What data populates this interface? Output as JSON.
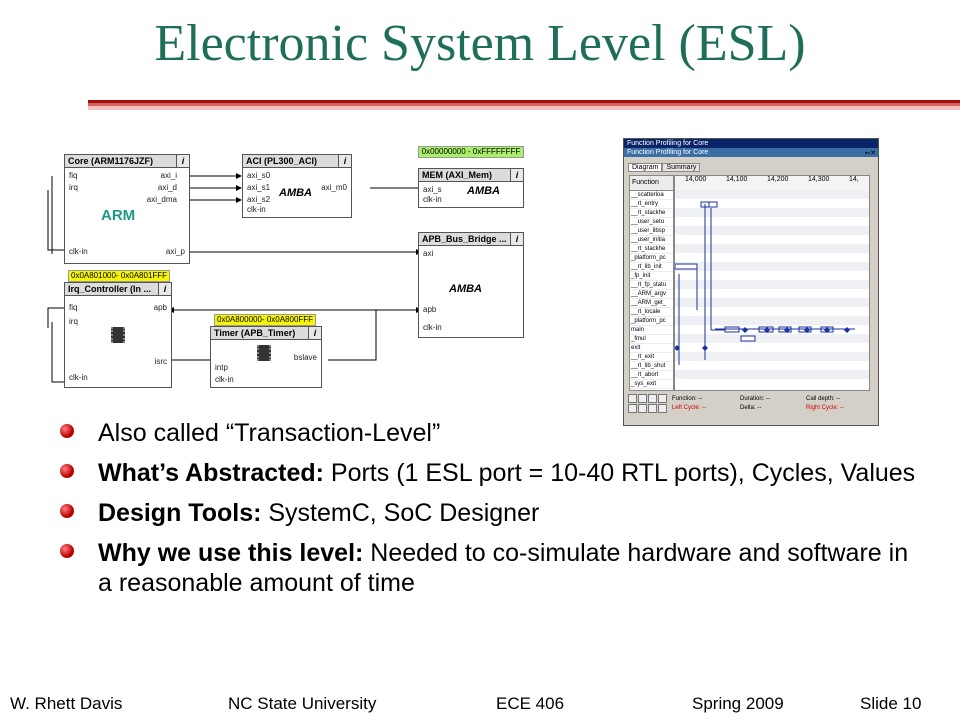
{
  "slide": {
    "title": "Electronic System Level (ESL)"
  },
  "diagram": {
    "core": {
      "title": "Core (ARM1176JZF)",
      "ports_left": [
        "fiq",
        "irq"
      ],
      "ports_right": [
        "axi_i",
        "axi_d",
        "axi_dma"
      ],
      "clk": "clk-in",
      "axi_p": "axi_p",
      "logo": "ARM"
    },
    "aci": {
      "title": "ACI (PL300_ACI)",
      "ports_left": [
        "axi_s0",
        "axi_s1",
        "axi_s2"
      ],
      "port_right": "axi_m0",
      "clk": "clk-in",
      "logo": "AMBA"
    },
    "mem": {
      "addr": "0x00000000 - 0xFFFFFFFF",
      "title": "MEM (AXI_Mem)",
      "port": "axi_s",
      "clk": "clk-in",
      "logo": "AMBA"
    },
    "bridge": {
      "title": "APB_Bus_Bridge ...",
      "port_axi": "axi",
      "port_apb": "apb",
      "clk": "clk-in",
      "logo": "AMBA"
    },
    "irq": {
      "addr": "0x0A801000- 0x0A801FFF",
      "title": "Irq_Controller (In ...",
      "ports_left": [
        "fiq",
        "irq"
      ],
      "port_apb": "apb",
      "port_isrc": "isrc",
      "clk": "clk-in"
    },
    "timer": {
      "addr": "0x0A800000- 0x0A800FFF",
      "title": "Timer (APB_Timer)",
      "port_intp": "intp",
      "port_bslave": "bslave",
      "clk": "clk-in"
    },
    "info_icon": "i"
  },
  "profiler": {
    "outer_title": "Function Profiling for Core",
    "inner_title": "Function Profiling for Core",
    "window_buttons": "▪▫✕",
    "tabs": [
      "Diagram",
      "Summary"
    ],
    "function_header": "Function",
    "ticks": [
      "14,000",
      "14,100",
      "14,200",
      "14,300",
      "14,"
    ],
    "functions": [
      "__scatterloa",
      "__rt_entry",
      "__rt_stackhe",
      "__user_setu",
      "__user_libsp",
      "__user_initia",
      "__rt_stackhe",
      "_platform_pc",
      "__rt_lib_init",
      "_fp_init",
      "__rt_fp_statu",
      "__ARM_argv",
      "__ARM_get_",
      "__rt_locale",
      "_platform_pc",
      "main",
      "_fmul",
      "exit",
      "__rt_exit",
      "__rt_lib_shut",
      "__rt_abort",
      "_sys_exit"
    ],
    "status": {
      "function": "Function: --",
      "duration": "Duration: --",
      "call_depth": "Call depth: --",
      "left_cycle": "Left Cycle: --",
      "delta": "Delta: --",
      "right_cycle": "Right Cycle: --"
    }
  },
  "bullets": [
    {
      "bold": "",
      "text": "Also called “Transaction-Level”"
    },
    {
      "bold": "What’s Abstracted:",
      "text": " Ports (1 ESL port = 10-40 RTL ports), Cycles, Values"
    },
    {
      "bold": "Design Tools:",
      "text": " SystemC, SoC Designer"
    },
    {
      "bold": "Why we use this level:",
      "text": " Needed to co-simulate hardware and software in a reasonable amount of time"
    }
  ],
  "footer": {
    "author": "W. Rhett Davis",
    "university": "NC State University",
    "course": "ECE 406",
    "term": "Spring 2009",
    "slide": "Slide 10"
  },
  "colors": {
    "title": "#1e6e5a",
    "rule": "#a01010",
    "bullet": "#c00000",
    "arm": "#1c9a83",
    "addr_yellow": "#f6f600",
    "addr_green": "#a9f06a",
    "profiler_title": "#0a246a",
    "timeline": "#1a2fa0"
  }
}
